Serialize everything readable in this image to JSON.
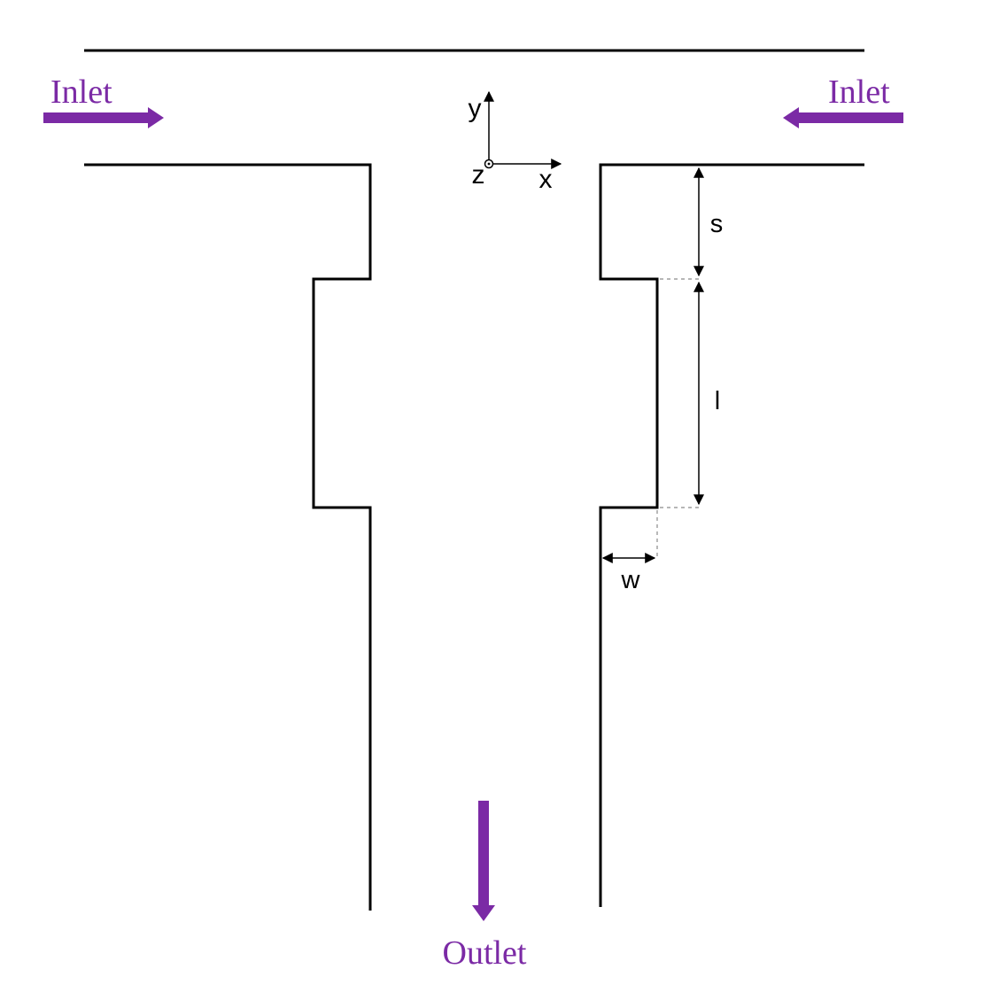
{
  "labels": {
    "inlet_left": "Inlet",
    "inlet_right": "Inlet",
    "outlet": "Outlet"
  },
  "axes": {
    "x": "x",
    "y": "y",
    "z": "z"
  },
  "dimensions": {
    "s": "s",
    "l": "l",
    "w": "w"
  },
  "colors": {
    "flow": "#7b2aa5",
    "wall": "#000000",
    "dashed_guide": "#8a8a8a"
  }
}
